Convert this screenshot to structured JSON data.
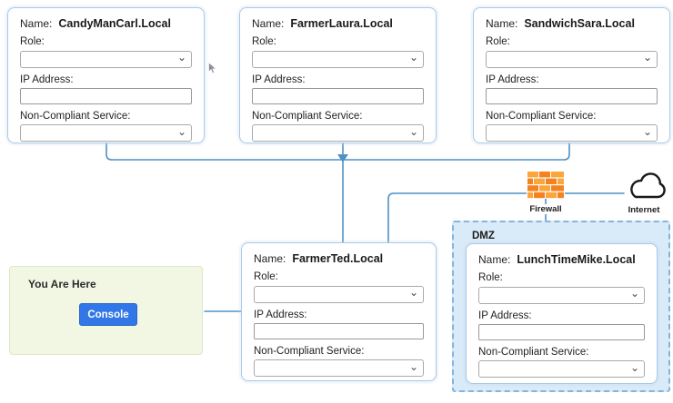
{
  "labels": {
    "name": "Name:",
    "role": "Role:",
    "ip": "IP Address:",
    "service": "Non-Compliant Service:"
  },
  "nodes": [
    {
      "name": "CandyManCarl.Local"
    },
    {
      "name": "FarmerLaura.Local"
    },
    {
      "name": "SandwichSara.Local"
    },
    {
      "name": "FarmerTed.Local"
    },
    {
      "name": "LunchTimeMike.Local"
    }
  ],
  "dmz": {
    "label": "DMZ"
  },
  "network": {
    "firewall_label": "Firewall",
    "internet_label": "Internet"
  },
  "you_are_here": {
    "title": "You Are Here",
    "console_button": "Console"
  },
  "icons": {
    "firewall": "brick-wall-icon",
    "internet": "cloud-icon",
    "select_chevron": "⌄",
    "cursor": "pointer-arrow"
  },
  "colors": {
    "connector_blue": "#4e91c5",
    "panel_border_blue": "#a9c9e6",
    "dmz_background": "#d9eaf8",
    "dmz_border": "#86b4da",
    "console_button_blue": "#3277e8",
    "firewall_orange_dark": "#f5821f",
    "firewall_orange_light": "#fba63c",
    "you_are_here_background": "#f1f7e3"
  }
}
